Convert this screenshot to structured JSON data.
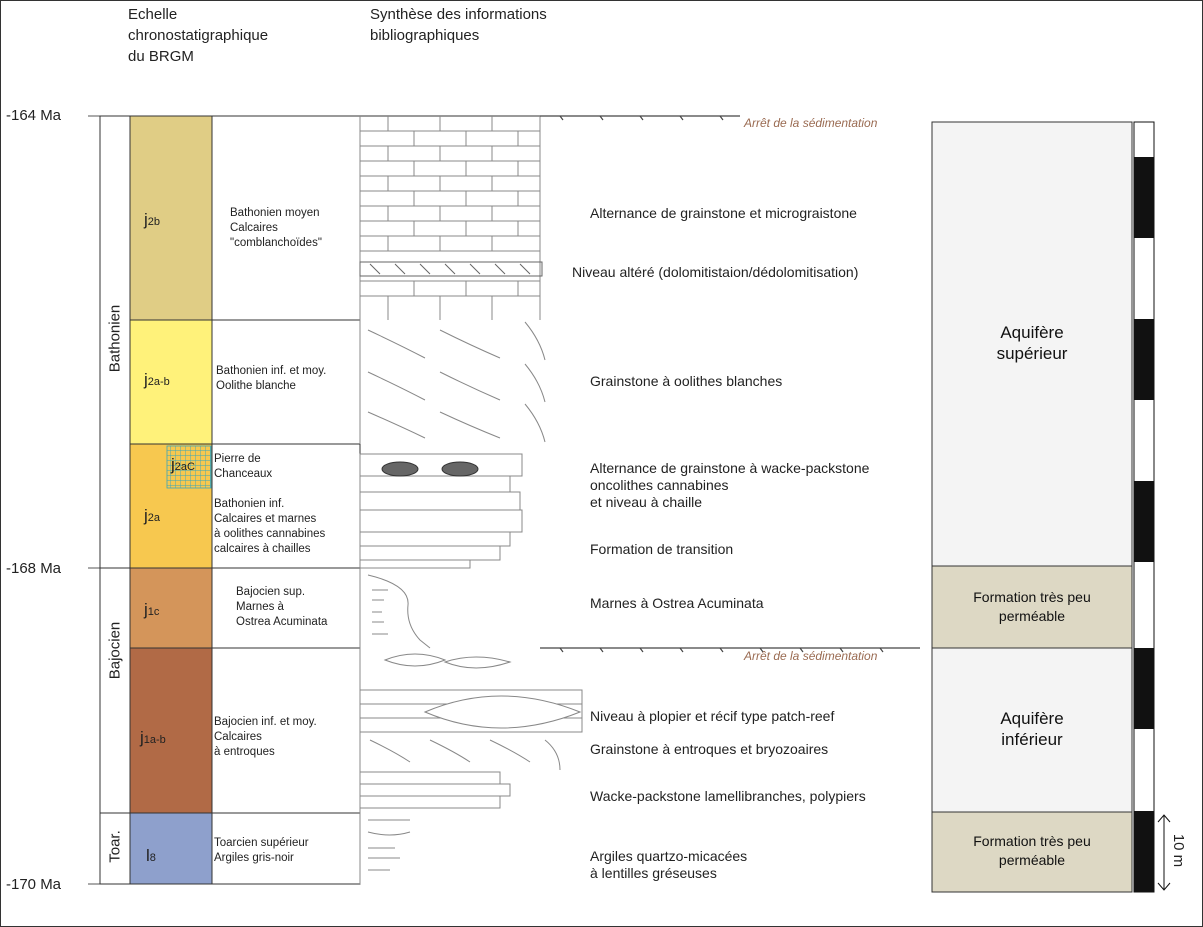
{
  "headers": {
    "brgm": [
      "Echelle",
      "chronostatigraphique",
      "du BRGM"
    ],
    "synthese": [
      "Synthèse des informations",
      "bibliographiques"
    ]
  },
  "ages": [
    "-164 Ma",
    "-168 Ma",
    "-170 Ma"
  ],
  "stages": [
    "Bathonien",
    "Bajocien",
    "Toar."
  ],
  "units": [
    {
      "code": "j",
      "sub": "2b",
      "color": "#e0cd85",
      "desc": [
        "Bathonien moyen",
        "Calcaires",
        "\"comblanchoïdes\""
      ]
    },
    {
      "code": "j",
      "sub": "2a-b",
      "color": "#fff27a",
      "desc": [
        "Bathonien inf. et moy.",
        "Oolithe blanche"
      ]
    },
    {
      "code": "j",
      "sub": "2a",
      "color": "#f7c84f",
      "desc": [
        "Bathonien inf.",
        "Calcaires et marnes",
        "à oolithes cannabines",
        "calcaires à chailles"
      ]
    },
    {
      "code": "j",
      "sub": "1c",
      "color": "#d4955a",
      "desc": [
        "Bajocien sup.",
        "Marnes à",
        "Ostrea Acuminata"
      ]
    },
    {
      "code": "j",
      "sub": "1a-b",
      "color": "#b16a46",
      "desc": [
        "Bajocien inf. et moy.",
        "Calcaires",
        "à entroques"
      ]
    },
    {
      "code": "l",
      "sub": "8",
      "color": "#8ea0cc",
      "desc": [
        "Toarcien supérieur",
        "Argiles gris-noir"
      ]
    }
  ],
  "subunit": {
    "code": "j",
    "sub": "2aC",
    "desc": [
      "Pierre de",
      "Chanceaux"
    ]
  },
  "arret": "Arrêt de la sédimentation",
  "litho_notes": [
    [
      "Alternance de grainstone et micrograistone"
    ],
    [
      "Niveau altéré (dolomitistaion/dédolomitisation)"
    ],
    [
      "Grainstone à oolithes blanches"
    ],
    [
      "Alternance de grainstone à wacke-packstone",
      "oncolithes cannabines",
      "et  niveau à chaille"
    ],
    [
      "Formation de transition"
    ],
    [
      "Marnes à Ostrea Acuminata"
    ],
    [
      "Niveau à plopier et récif type patch-reef"
    ],
    [
      "Grainstone à entroques et bryozoaires"
    ],
    [
      "Wacke-packstone lamellibranches, polypiers"
    ],
    [
      "Argiles quartzo-micacées",
      "à lentilles gréseuses"
    ]
  ],
  "hydro": [
    {
      "label": [
        "Aquifère",
        "supérieur"
      ],
      "color": "#f4f4f4"
    },
    {
      "label": [
        "Formation très peu",
        "perméable"
      ],
      "color": "#ddd8c4"
    },
    {
      "label": [
        "Aquifère",
        "inférieur"
      ],
      "color": "#f4f4f4"
    },
    {
      "label": [
        "Formation très peu",
        "perméable"
      ],
      "color": "#ddd8c4"
    }
  ],
  "scale_label": "10 m",
  "colors": {
    "pierre_hatch": "#3aa6b9",
    "arret_text": "#9a6b52"
  }
}
